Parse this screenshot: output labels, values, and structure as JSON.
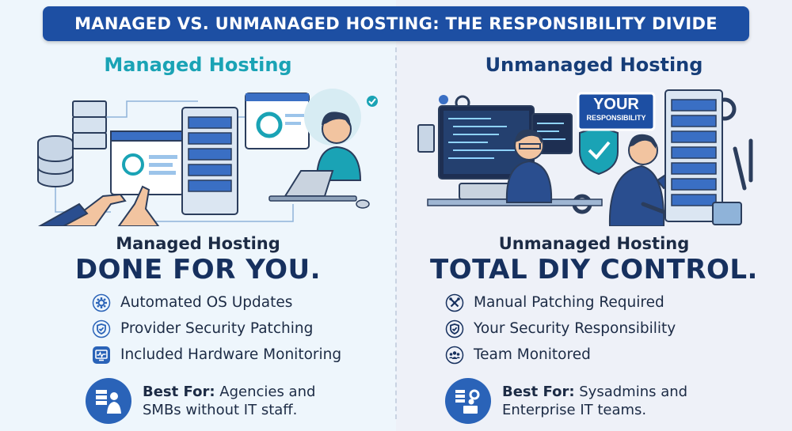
{
  "banner": {
    "title": "MANAGED VS. UNMANAGED HOSTING: THE RESPONSIBILITY DIVIDE"
  },
  "managed": {
    "title": "Managed Hosting",
    "subtitle": "Managed Hosting",
    "headline": "DONE FOR YOU.",
    "features": [
      {
        "label": "Automated OS Updates",
        "icon": "gear-icon"
      },
      {
        "label": "Provider Security Patching",
        "icon": "shield-icon"
      },
      {
        "label": "Included Hardware Monitoring",
        "icon": "monitor-icon"
      }
    ],
    "best_for_label": "Best For:",
    "best_for_text_1": " Agencies and",
    "best_for_text_2": "SMBs without IT staff."
  },
  "unmanaged": {
    "title": "Unmanaged Hosting",
    "badge_line1": "YOUR",
    "badge_line2": "RESPONSIBILITY",
    "subtitle": "Unmanaged Hosting",
    "headline": "TOTAL DIY CONTROL.",
    "features": [
      {
        "label": "Manual Patching Required",
        "icon": "tools-icon"
      },
      {
        "label": "Your Security Responsibility",
        "icon": "shield-icon"
      },
      {
        "label": "Team Monitored",
        "icon": "team-icon"
      }
    ],
    "best_for_label": "Best For:",
    "best_for_text_1": " Sysadmins and",
    "best_for_text_2": "Enterprise IT teams."
  },
  "colors": {
    "banner": "#1d4fa3",
    "managed_title": "#1aa3b5",
    "unmanaged_title": "#163d78",
    "icon_blue": "#2a63b8"
  }
}
